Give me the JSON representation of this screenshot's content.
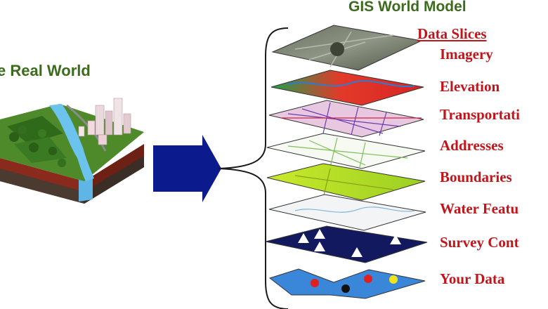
{
  "left_title": "e Real World",
  "right_title": "GIS World Model",
  "data_slices_heading": "Data Slices",
  "layers": [
    {
      "label": "Imagery"
    },
    {
      "label": "Elevation"
    },
    {
      "label": "Transportati"
    },
    {
      "label": "Addresses"
    },
    {
      "label": "Boundaries"
    },
    {
      "label": "Water Featu"
    },
    {
      "label": "Survey Cont"
    },
    {
      "label": "Your Data"
    }
  ],
  "colors": {
    "title_green": "#3d6b1e",
    "label_red": "#c0161b",
    "arrow_blue": "#0b1a8c"
  }
}
